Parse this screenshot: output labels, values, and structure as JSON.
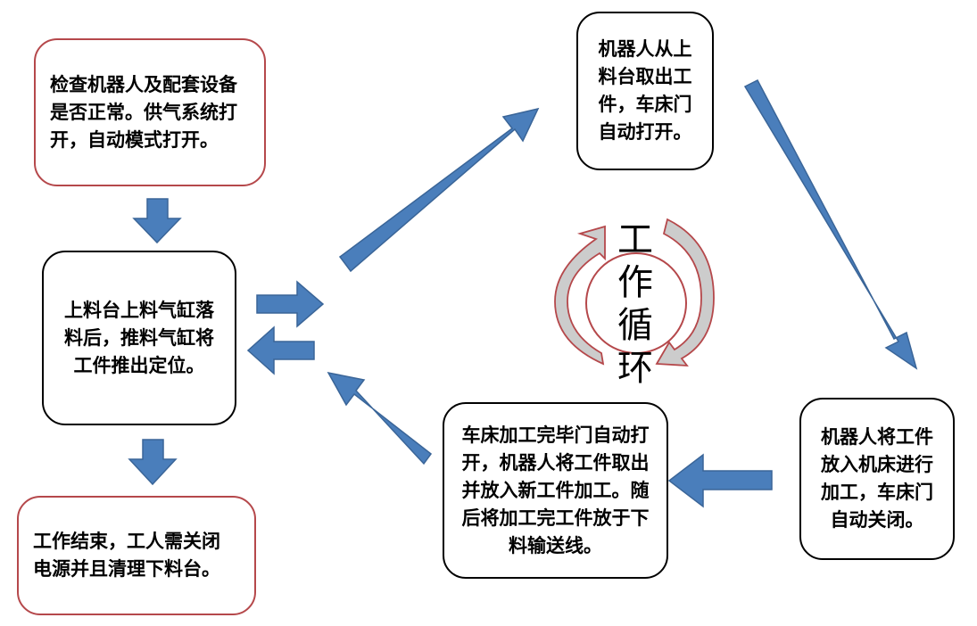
{
  "nodes": {
    "check": "检查机器人及配套设备是否正常。供气系统打开，自动模式打开。",
    "feed": "上料台上料气缸落料后，推料气缸将工件推出定位。",
    "end": "工作结束，工人需关闭电源并且清理下料台。",
    "pick": "机器人从上料台取出工件，车床门自动打开。",
    "load": "机器人将工件放入机床进行加工，车床门自动关闭。",
    "swap": "车床加工完毕门自动打开，机器人将工件取出并放入新工件加工。随后将加工完工件放于下料输送线。"
  },
  "cycle_label": [
    "工",
    "作",
    "循",
    "环"
  ],
  "colors": {
    "arrow_fill": "#4a7ebb",
    "arrow_stroke": "#3a6598",
    "start_end_border": "#b5484b",
    "cycle_ring": "#b5484b",
    "cycle_shade": "#cccccc"
  }
}
